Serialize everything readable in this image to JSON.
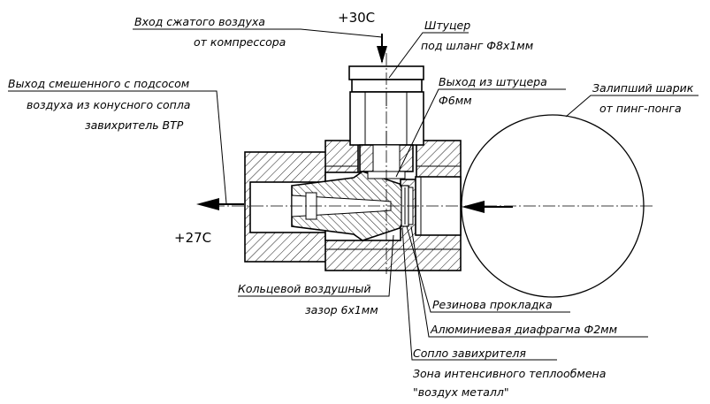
{
  "labels": {
    "air_inlet_line1": "Вход сжатого воздуха",
    "air_inlet_line2": "от компрессора",
    "fitting_line1": "Штуцер",
    "fitting_line2": "под шланг Ф8х1мм",
    "outlet_line1": "Выход смешенного с подсосом",
    "outlet_line2": "воздуха из конусного сопла",
    "outlet_line3": "завихритель ВТР",
    "fitting_outlet_line1": "Выход из штуцера",
    "fitting_outlet_line2": "Ф6мм",
    "ball_line1": "Залипший шарик",
    "ball_line2": "от пинг-понга",
    "annular_gap_line1": "Кольцевой воздушный",
    "annular_gap_line2": "зазор 6х1мм",
    "gasket": "Резинова прокладка",
    "diaphragm": "Алюминиевая диафрагма  Ф2мм",
    "nozzle": "Сопло завихрителя",
    "heat_zone_line1": "Зона интенсивного теплообмена",
    "heat_zone_line2": "\"воздух металл\""
  },
  "temperatures": {
    "inlet": "+30С",
    "outlet": "+27С"
  }
}
